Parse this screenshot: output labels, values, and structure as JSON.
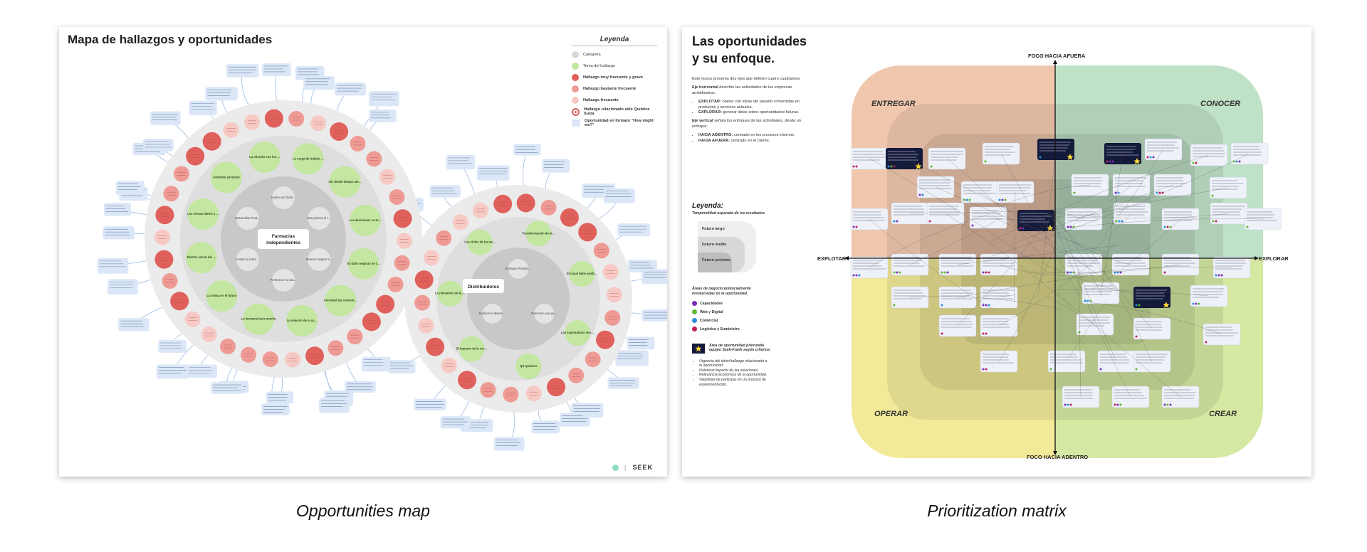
{
  "map": {
    "title": "Mapa de hallazgos y oportunidades",
    "hub_left": "Farmacias independientes",
    "hub_right": "Distribuidores",
    "themes_left": [
      "Suelen ser familiares",
      "Dan precios al rescate de las farmacias",
      "Desean mejorar su negocio",
      "Pertenecen a una gran red",
      "Cuidan la relación con sus clientes",
      "Desarrollan Productos y servicios"
    ],
    "green_left": [
      "La carga de trabajo termina todo en la familia",
      "Ser desde tiempo atención permanente",
      "Las decisiones se toman en la vida de esta farmacia",
      "El daño negocio de la ciudad",
      "Sociedad las conexiones de las farmacias",
      "La relación de la comunidad",
      "La farmacia hace mucho",
      "La botica es el futuro",
      "Distrito actual del negocio",
      "Los ventas tienen a la capacidad",
      "Contratar personal",
      "La relación con los laboratorios"
    ],
    "themes_right": [
      "Entregan Productos y servicios de valor",
      "Potencian una gestión de venta",
      "Evalúan el desempeño del canal"
    ],
    "green_right": [
      "Transformación de la atención de distribuidores",
      "El canal tiene problemas de distribución",
      "Las expectativas son distintas por Química Suiza",
      "QS Química",
      "El impacto de la creación de gestiones",
      "La relevancia de la gestión de venta",
      "Los ciclos de las ventas de las gestiones de Química Suiza"
    ],
    "legend": {
      "title": "Leyenda",
      "items": [
        {
          "label": "Categoría",
          "color": "#d9d9d9"
        },
        {
          "label": "Tema del hallazgo",
          "color": "#c3e6a0"
        },
        {
          "label": "Hallazgo muy frecuente y grave",
          "color": "#e0605c"
        },
        {
          "label": "Hallazgo bastante frecuente",
          "color": "#ee9a95"
        },
        {
          "label": "Hallazgo frecuente",
          "color": "#f6c9c4"
        },
        {
          "label": "Hallazgo relacionado a/de Química Suiza",
          "color": "#e0605c"
        },
        {
          "label": "Oportunidad en formato \"How might we?\"",
          "color": "#dbe7f7"
        }
      ]
    },
    "logo": "SEEK"
  },
  "matrix": {
    "title_line1": "Las oportunidades",
    "title_line2": "y su enfoque.",
    "intro": "Este marco presenta dos ejes que definen cuatro cuadrantes:",
    "eje_h_label": "Eje horizontal",
    "eje_h_text": "describe las actividades de las empresas ambidiestras:",
    "explotar_label": "EXPLOTAR:",
    "explotar_text": "operar con ideas del pasado convertidas en productos y servicios actuales.",
    "explorar_label": "EXPLORAR:",
    "explorar_text": "generar ideas sobre oportunidades futuras.",
    "eje_v_label": "Eje vertical",
    "eje_v_text": "señala los enfoques de las actividades, desde un enfoque:",
    "adentro_label": "HACIA ADENTRO:",
    "adentro_text": "centrado en los procesos internos.",
    "afuera_label": "HACIA AFUERA:",
    "afuera_text": "centrado en el cliente.",
    "legend_title": "Leyenda:",
    "legend_subtitle": "Temporalidad esperada de los resultados",
    "time_labels": [
      "Futuro largo",
      "Futuro medio",
      "Futuro próximo"
    ],
    "areas_title": "Áreas de negocio potencialmente involucradas en la oportunidad.",
    "areas": [
      {
        "label": "Capacidades",
        "color": "#7a2bb8"
      },
      {
        "label": "Web y Digital",
        "color": "#5cb82f"
      },
      {
        "label": "Comercial",
        "color": "#2b8ed8"
      },
      {
        "label": "Logística y Suministro",
        "color": "#c01f55"
      }
    ],
    "star_text": "Área de oportunidad priorizada equipo Seek-Frank según criterios:",
    "criteria": [
      "Urgencia del dolor/hallazgo relacionado a la oportunidad.",
      "Potencial impacto de las soluciones.",
      "Relevancia económica de la oportunidad.",
      "Viabilidad de participar en un proceso de experimentación."
    ],
    "axis_top": "FOCO HACIA AFUERA",
    "axis_bottom": "FOCO HACIA ADENTRO",
    "axis_left": "EXPLOTAR",
    "axis_right": "EXPLORAR",
    "quadrants": {
      "tl": "ENTREGAR",
      "tr": "CONOCER",
      "bl": "OPERAR",
      "br": "CREAR"
    }
  },
  "captions": {
    "left": "Opportunities map",
    "right": "Prioritization matrix"
  }
}
